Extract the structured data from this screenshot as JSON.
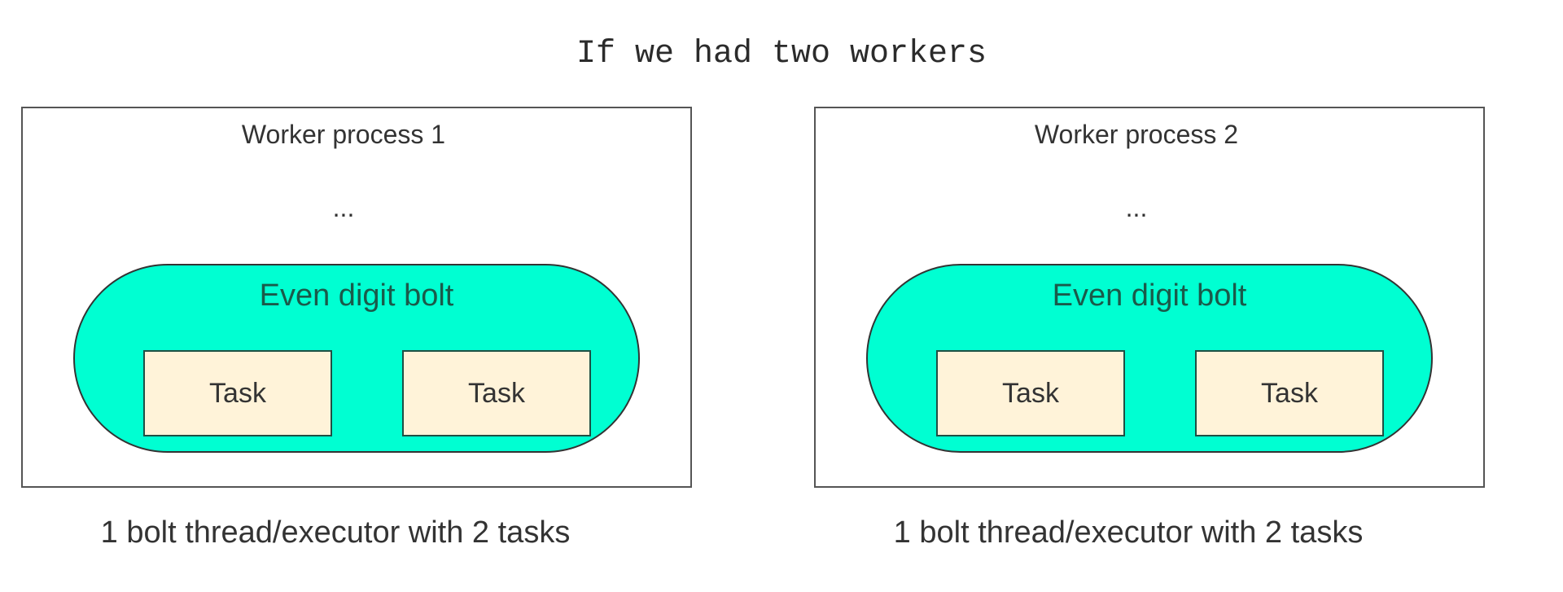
{
  "title": "If we had two workers",
  "workers": [
    {
      "label": "Worker process 1",
      "ellipsis": "...",
      "bolt": {
        "label": "Even digit bolt",
        "tasks": [
          "Task",
          "Task"
        ]
      },
      "caption": "1 bolt thread/executor with 2 tasks"
    },
    {
      "label": "Worker process 2",
      "ellipsis": "...",
      "bolt": {
        "label": "Even digit bolt",
        "tasks": [
          "Task",
          "Task"
        ]
      },
      "caption": "1 bolt thread/executor with 2 tasks"
    }
  ],
  "colors": {
    "bolt_fill": "#00ffd2",
    "task_fill": "#fff3d9",
    "border": "#555555"
  }
}
